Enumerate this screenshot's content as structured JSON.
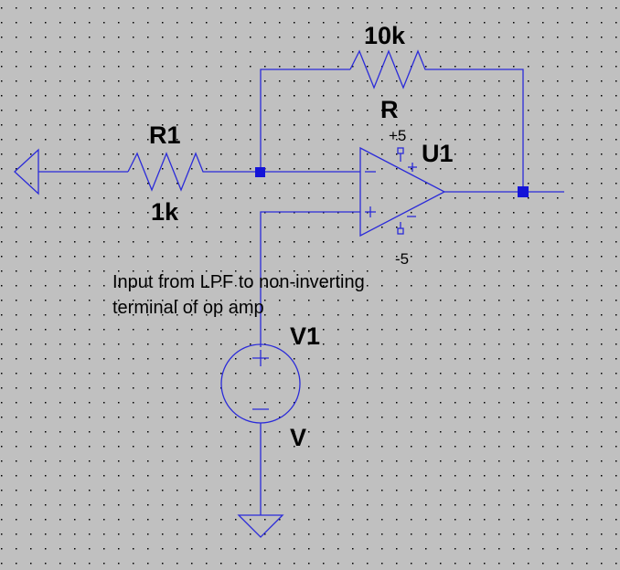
{
  "schematic": {
    "components": {
      "feedback_resistor": {
        "value": "10k",
        "name": "R"
      },
      "input_resistor": {
        "name": "R1",
        "value": "1k"
      },
      "opamp": {
        "name": "U1",
        "vplus_label": "+5",
        "vminus_label": "-5"
      },
      "source": {
        "name": "V1",
        "value": "V"
      }
    },
    "comment": {
      "line1": "Input from LPF to non-inverting",
      "line2": "terminal of op amp"
    },
    "colors": {
      "wire": "#2b2bd9",
      "junction": "#1414d8",
      "background": "#c0c0c0",
      "grid_dot": "#000000"
    }
  }
}
